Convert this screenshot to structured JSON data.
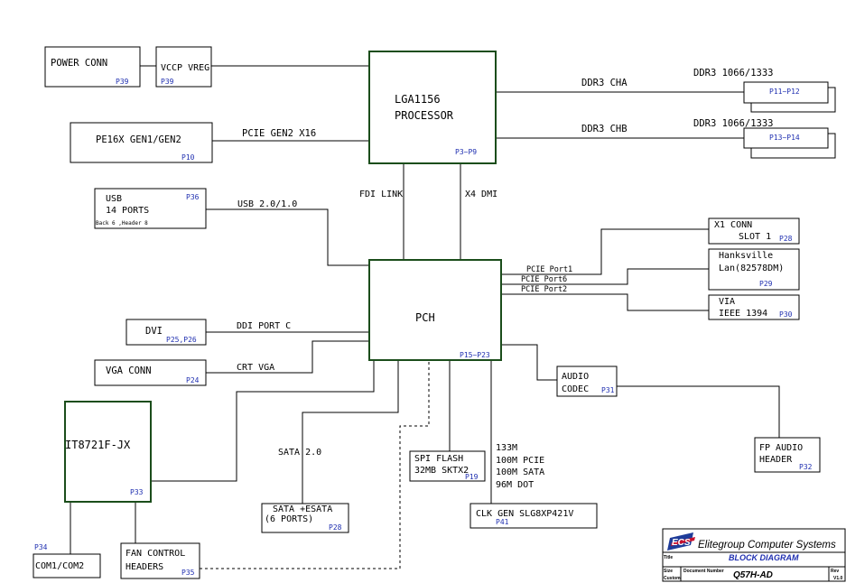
{
  "colors": {
    "wire": "#000000",
    "box_border": "#000000",
    "chip_border": "#1b4d1b",
    "page_ref": "#1f2fb0",
    "label": "#000000",
    "logo_blue": "#1f3c99",
    "logo_red": "#c8102e",
    "title_blue": "#1f2fb0"
  },
  "blocks": {
    "power_conn": {
      "label": "POWER CONN",
      "page": "P39"
    },
    "vccp_vreg": {
      "label": "VCCP VREG",
      "page": "P39"
    },
    "pe16x": {
      "label": "PE16X GEN1/GEN2",
      "page": "P10"
    },
    "usb": {
      "label1": "USB",
      "label2": "14 PORTS",
      "note": "Back 6 ,Header 8",
      "page": "P36"
    },
    "dvi": {
      "label": "DVI",
      "page": "P25,P26"
    },
    "vga_conn": {
      "label": "VGA CONN",
      "page": "P24"
    },
    "it8721": {
      "label": "IT8721F-JX",
      "page": "P33"
    },
    "com": {
      "label": "COM1/COM2",
      "page": "P34"
    },
    "fan_control": {
      "label1": "FAN CONTROL",
      "label2": "HEADERS",
      "page": "P35"
    },
    "sata_esata": {
      "label1": "SATA +ESATA",
      "label2": "(6 PORTS)",
      "page": "P28"
    },
    "spi_flash": {
      "label1": "SPI FLASH",
      "label2": "32MB SKTX2",
      "page": "P19"
    },
    "clk_gen": {
      "label": "CLK GEN SLG8XP421V",
      "page": "P41"
    },
    "audio_codec": {
      "label1": "AUDIO",
      "label2": "CODEC",
      "page": "P31"
    },
    "fp_audio": {
      "label1": "FP AUDIO",
      "label2": "HEADER",
      "page": "P32"
    },
    "x1_conn": {
      "label1": "X1 CONN",
      "label2": "SLOT 1",
      "page": "P28"
    },
    "hanksville": {
      "label1": "Hanksville",
      "label2": "Lan(82578DM)",
      "page": "P29"
    },
    "via": {
      "label1": "VIA",
      "label2": "IEEE 1394",
      "page": "P30"
    },
    "processor": {
      "label1": "LGA1156",
      "label2": "PROCESSOR",
      "page": "P3~P9"
    },
    "pch": {
      "label": "PCH",
      "page": "P15~P23"
    },
    "ddr_cha": {
      "page": "P11~P12"
    },
    "ddr_chb": {
      "page": "P13~P14"
    }
  },
  "wire_labels": {
    "ddr3_cha_speed": "DDR3 1066/1333",
    "ddr3_cha": "DDR3 CHA",
    "ddr3_chb_speed": "DDR3 1066/1333",
    "ddr3_chb": "DDR3 CHB",
    "pcie_gen2": "PCIE GEN2 X16",
    "usb_bus": "USB 2.0/1.0",
    "fdi_link": "FDI LINK",
    "x4_dmi": "X4 DMI",
    "pcie_port1": "PCIE Port1",
    "pcie_port6": "PCIE Port6",
    "pcie_port2": "PCIE Port2",
    "ddi_port_c": "DDI PORT C",
    "crt_vga": "CRT VGA",
    "sata_20": "SATA 2.0",
    "clk_133m": "133M",
    "clk_100m_pcie": "100M PCIE",
    "clk_100m_sata": "100M SATA",
    "clk_96m_dot": "96M DOT"
  },
  "title_block": {
    "company": "Elitegroup Computer Systems",
    "title_label": "Title",
    "title": "BLOCK DIAGRAM",
    "size_label": "Size",
    "custom_label": "Custom",
    "docnum_label": "Document Number",
    "docnum": "Q57H-AD",
    "rev_label": "Rev",
    "rev": "V1.0"
  }
}
